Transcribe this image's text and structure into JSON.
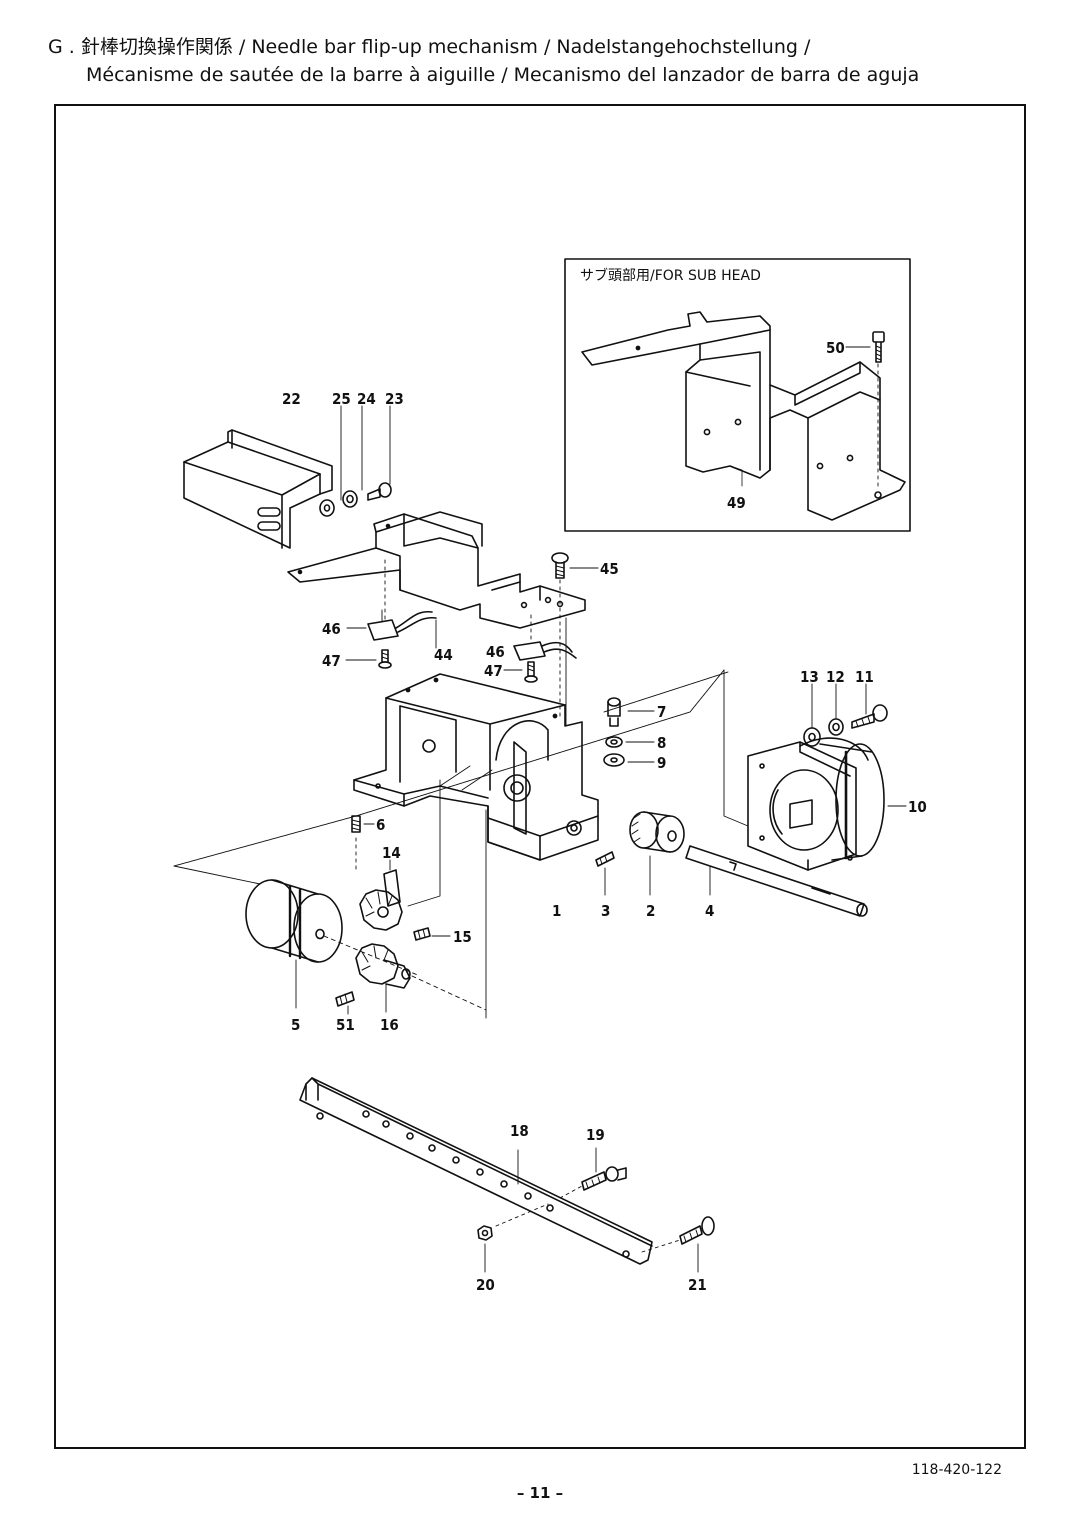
{
  "header": {
    "line1": "G . 針棒切換操作関係 / Needle bar flip-up mechanism / Nadelstangehochstellung /",
    "line2": "Mécanisme de sautée de la barre à aiguille / Mecanismo del lanzador de barra de aguja"
  },
  "inset": {
    "title": "サブ頭部用/FOR SUB HEAD"
  },
  "labels": {
    "p1": "1",
    "p2": "2",
    "p3": "3",
    "p4": "4",
    "p5": "5",
    "p6": "6",
    "p7": "7",
    "p8": "8",
    "p9": "9",
    "p10": "10",
    "p11": "11",
    "p12": "12",
    "p13": "13",
    "p14": "14",
    "p15": "15",
    "p16": "16",
    "p18": "18",
    "p19": "19",
    "p20": "20",
    "p21": "21",
    "p22": "22",
    "p23": "23",
    "p24": "24",
    "p25": "25",
    "p44": "44",
    "p45": "45",
    "p46a": "46",
    "p46b": "46",
    "p47a": "47",
    "p47b": "47",
    "p49": "49",
    "p50": "50",
    "p51": "51"
  },
  "footer": {
    "doc_number": "118-420-122",
    "page_number": "– 11 –"
  }
}
